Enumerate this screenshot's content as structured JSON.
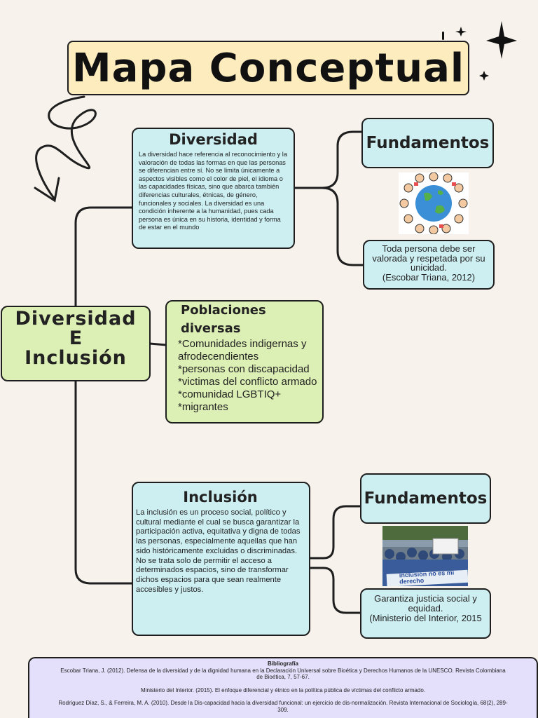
{
  "title": "Mapa Conceptual",
  "center": {
    "line1": "Diversidad",
    "line2": "E",
    "line3": "Inclusión"
  },
  "diversidad": {
    "heading": "Diversidad",
    "text": "La diversidad hace referencia al reconocimiento y la valoración de todas las formas en que las personas se diferencian entre sí. No se limita únicamente a aspectos visibles como el color de piel, el idioma o las capacidades físicas, sino que abarca también diferencias culturales, étnicas, de género, funcionales y sociales. La diversidad es una condición inherente a la humanidad, pues cada persona es única en su historia, identidad y forma de estar en el mundo"
  },
  "fundamentos_top": {
    "heading": "Fundamentos",
    "quote": "Toda persona debe ser valorada y respetada por su unicidad.",
    "citation": "(Escobar Triana, 2012)",
    "image_icon": "globe-children-icon"
  },
  "poblaciones": {
    "heading": "Poblaciones diversas",
    "items": [
      "*Comunidades indigernas y afrodecendientes",
      "*personas con discapacidad",
      "*victimas del conflicto armado",
      "*comunidad LGBTIQ+",
      "*migrantes"
    ]
  },
  "inclusion": {
    "heading": "Inclusión",
    "text": "La inclusión es un proceso social, político y cultural mediante el cual se busca garantizar la participación activa, equitativa y digna de todas las personas, especialmente aquellas que han sido históricamente excluidas o discriminadas. No se trata solo de permitir el acceso a determinados espacios, sino de transformar dichos espacios para que sean realmente accesibles y justos."
  },
  "fundamentos_bottom": {
    "heading": "Fundamentos",
    "quote": "Garantiza justicia social y equidad.",
    "citation": "(Ministerio del Interior, 2015",
    "image_icon": "protest-photo-icon",
    "banner_text": "inclusión no es mi derecho"
  },
  "bibliografia": {
    "title": "Bibliografía",
    "entries": [
      "Escobar Triana, J. (2012). Defensa de la diversidad y de la dignidad humana en la Declaración Universal sobre Bioética y Derechos Humanos de la UNESCO. Revista Colombiana de Bioética, 7, 57-67.",
      "Ministerio del Interior. (2015). El enfoque diferencial y étnico en la política pública de víctimas del conflicto armado.",
      "Rodríguez Díaz, S., & Ferreira, M. A. (2010). Desde la Dis-capacidad hacia la diversidad funcional: un ejercicio de dis-normalización. Revista Internacional de Sociología, 68(2), 289-309."
    ]
  },
  "colors": {
    "background": "#f7f3ec",
    "title_fill": "#fdecbe",
    "cyan_fill": "#cdeff2",
    "green_fill": "#dcefb4",
    "bib_fill": "#e4e0fb",
    "line": "#1f1f1f"
  }
}
